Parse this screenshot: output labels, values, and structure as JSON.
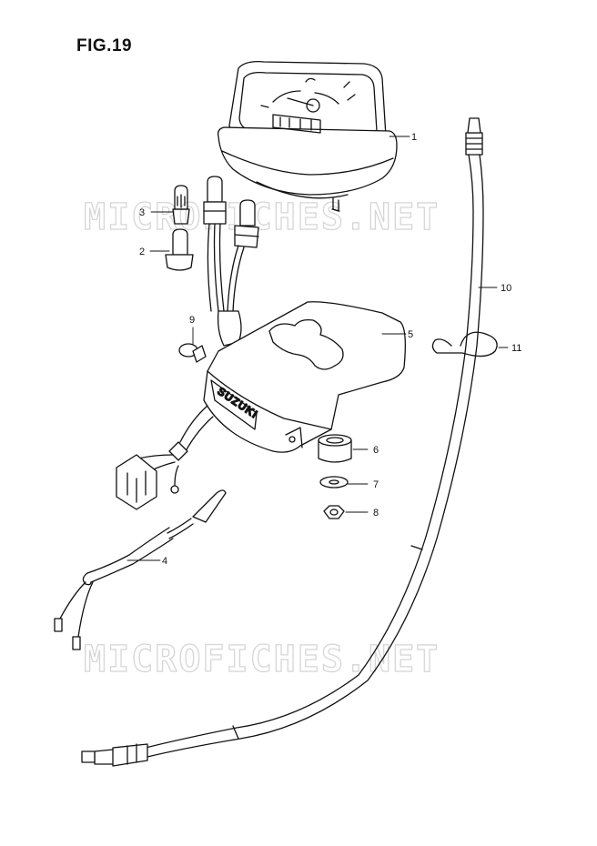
{
  "figure": {
    "title": "FIG.19"
  },
  "watermark": {
    "text": "MICROFICHES.NET"
  },
  "housing_brand": "SUZUKI",
  "callouts": [
    {
      "id": "1",
      "label": "1"
    },
    {
      "id": "2",
      "label": "2"
    },
    {
      "id": "3",
      "label": "3"
    },
    {
      "id": "4",
      "label": "4"
    },
    {
      "id": "5",
      "label": "5"
    },
    {
      "id": "6",
      "label": "6"
    },
    {
      "id": "7",
      "label": "7"
    },
    {
      "id": "8",
      "label": "8"
    },
    {
      "id": "9",
      "label": "9"
    },
    {
      "id": "10",
      "label": "10"
    },
    {
      "id": "11",
      "label": "11"
    }
  ]
}
